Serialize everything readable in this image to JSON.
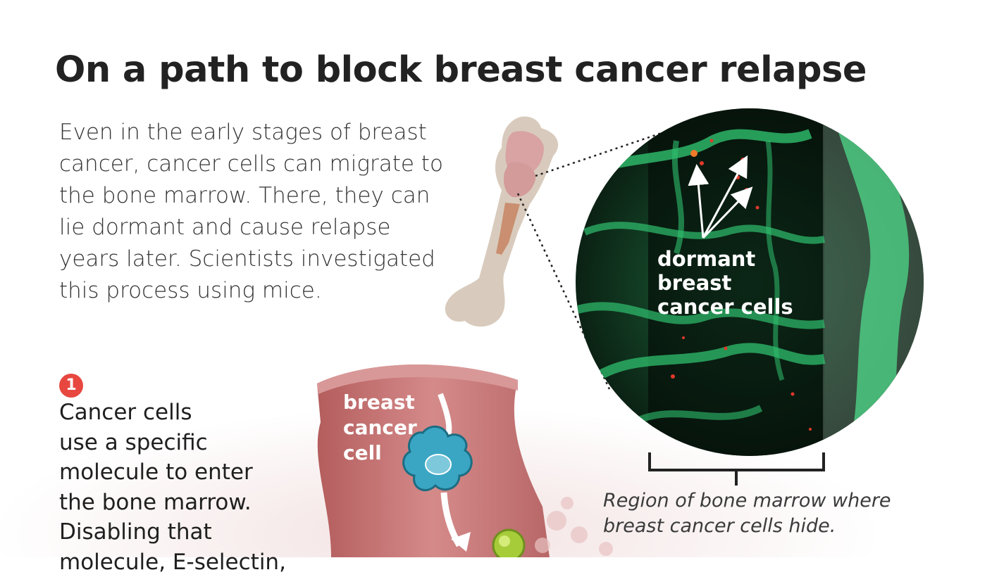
{
  "title": "On a path to block breast cancer relapse",
  "intro_lines": [
    "Even in the early stages of breast",
    "cancer, cancer cells can migrate to",
    "the bone marrow. There, they can",
    "lie dormant and cause relapse",
    "years later. Scientists investigated",
    "this process using mice."
  ],
  "circle_label_lines": [
    "dormant",
    "breast",
    "cancer cells"
  ],
  "caption_lines": [
    "Region of bone marrow where",
    "breast cancer cells hide."
  ],
  "step1": {
    "number": "1",
    "lines": [
      "Cancer cells",
      "use a specific",
      "molecule to enter",
      "the bone marrow.",
      "Disabling that",
      "molecule, E-selectin,"
    ]
  },
  "vessel_label_lines": [
    "breast",
    "cancer",
    "cell"
  ],
  "colors": {
    "title": "#222222",
    "badge": "#e7473f",
    "bone": "#d8cbbd",
    "marrow": "#d9a3a3",
    "vessel": "#c56f6f",
    "cancer_cell": "#3aa6c4",
    "microscopy_green": "#2fbf6e",
    "dormant_cell": "#e0392b"
  }
}
